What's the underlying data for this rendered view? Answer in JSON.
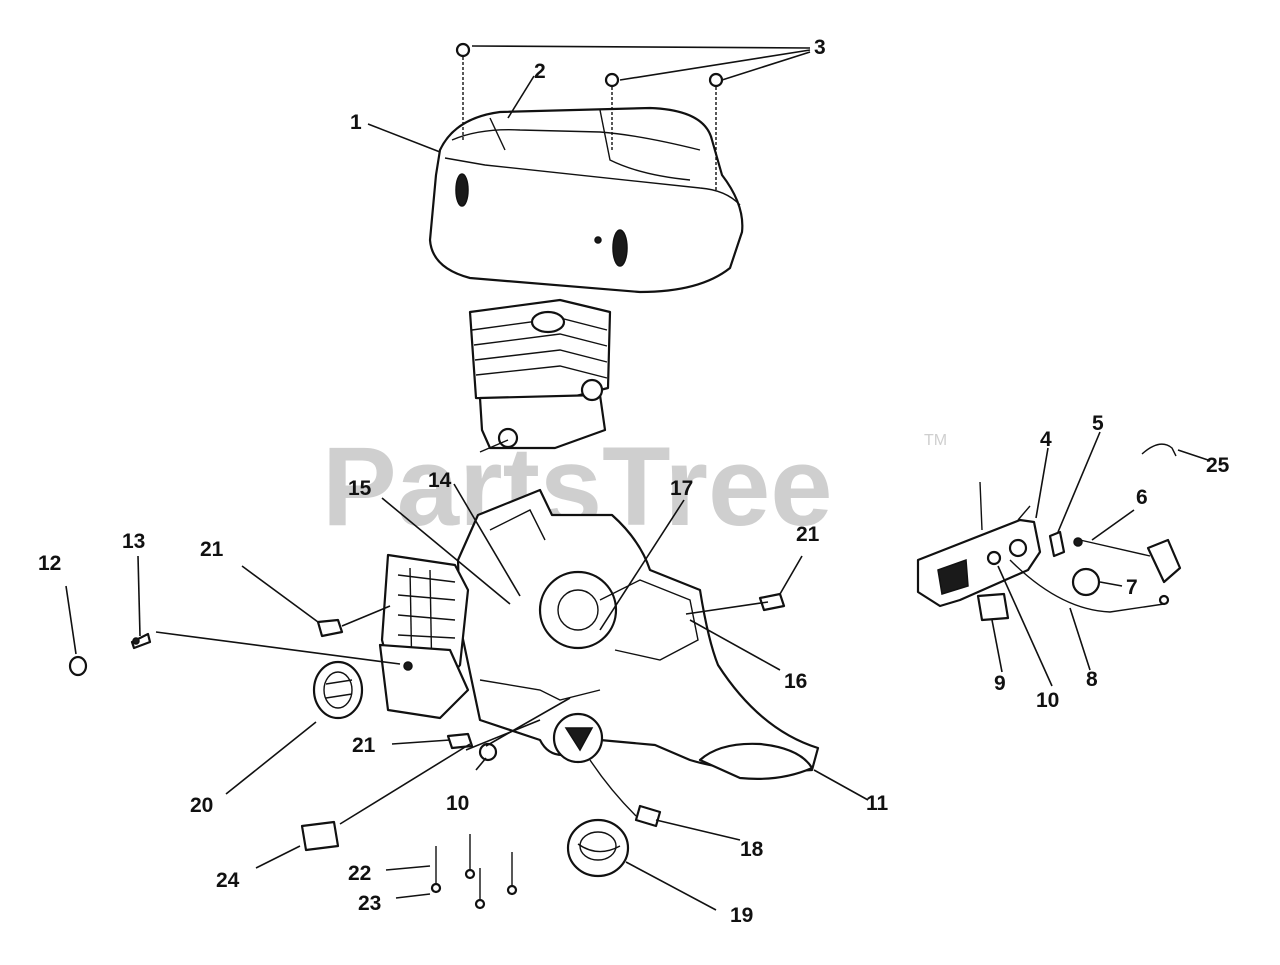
{
  "watermark": {
    "text": "PartsTree",
    "trademark": "TM"
  },
  "callouts": [
    "1",
    "2",
    "3",
    "4",
    "5",
    "6",
    "7",
    "8",
    "9",
    "10",
    "10",
    "11",
    "12",
    "13",
    "14",
    "15",
    "16",
    "17",
    "18",
    "19",
    "20",
    "21",
    "21",
    "21",
    "22",
    "23",
    "24",
    "25"
  ]
}
